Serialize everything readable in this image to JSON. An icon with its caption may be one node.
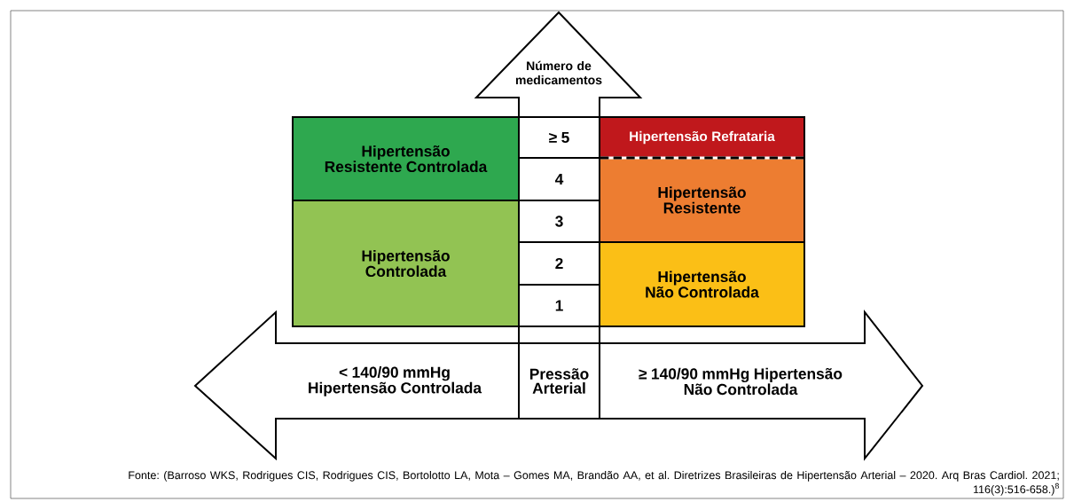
{
  "diagram": {
    "caption": "Fonte: (Barroso WKS, Rodrigues CIS, Rodrigues CIS, Bortolotto LA, Mota – Gomes MA, Brandão AA, et al. Diretrizes Brasileiras de Hipertensão Arterial – 2020. Arq Bras Cardiol. 2021; 116(3):516-658.)$^{8}$",
    "nodes": [
      {
        "text": [
          "Número de medicamentos"
        ]
      },
      {
        "text": [
          "Hipertensão Resistente Controlada"
        ]
      },
      {
        "text": [
          "≥ 5"
        ],
        "in": 0
      },
      {
        "text": [
          "Hipertensão Refrataria"
        ]
      },
      {
        "text": [
          "4"
        ],
        "in": 0
      },
      {
        "text": [
          "Hipertensão Resistente"
        ]
      },
      {
        "text": [
          "Hipertensão Controlada"
        ]
      },
      {
        "text": [
          "3"
        ],
        "in": 0
      },
      {
        "text": [
          "2"
        ],
        "in": 0
      },
      {
        "text": [
          "Hipertensão Não Controlada"
        ]
      },
      {
        "text": [
          "1"
        ],
        "in": 0
      },
      {
        "text": [
          "< 140/90 mmHg Hipertensão Controlada",
          "≥ 140/90 mmHg Hipertensão Não Controlada"
        ]
      },
      {
        "text": [
          "Pressão Arterial"
        ],
        "in": 11
      }
    ]
  }
}
